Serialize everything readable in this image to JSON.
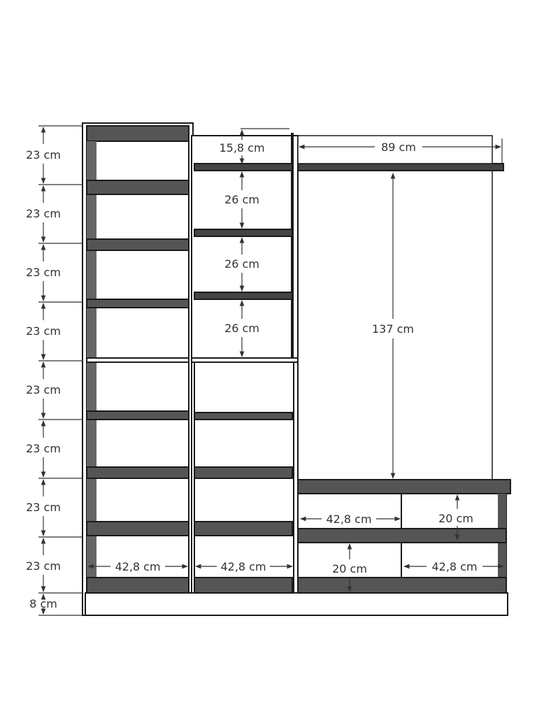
{
  "colors": {
    "stroke": "#1a1a1a",
    "shelf_shadow": "#555555",
    "panel_fill": "#ffffff",
    "dim_line": "#333333"
  },
  "labels": {
    "left_column_heights": [
      "23 cm",
      "23 cm",
      "23 cm",
      "23 cm",
      "23 cm",
      "23 cm",
      "23 cm",
      "23 cm"
    ],
    "plinth_height": "8 cm",
    "top_gap": "15,8 cm",
    "middle_upper_heights": [
      "26 cm",
      "26 cm",
      "26 cm"
    ],
    "rail_width": "89 cm",
    "hanging_height": "137 cm",
    "cell_width_left": "42,8 cm",
    "cell_width_mid": "42,8 cm",
    "bench_cell_width_top": "42,8 cm",
    "bench_cell_height_top": "20 cm",
    "bench_cell_height_bottom": "20 cm",
    "bench_cell_width_bottom": "42,8 cm"
  }
}
